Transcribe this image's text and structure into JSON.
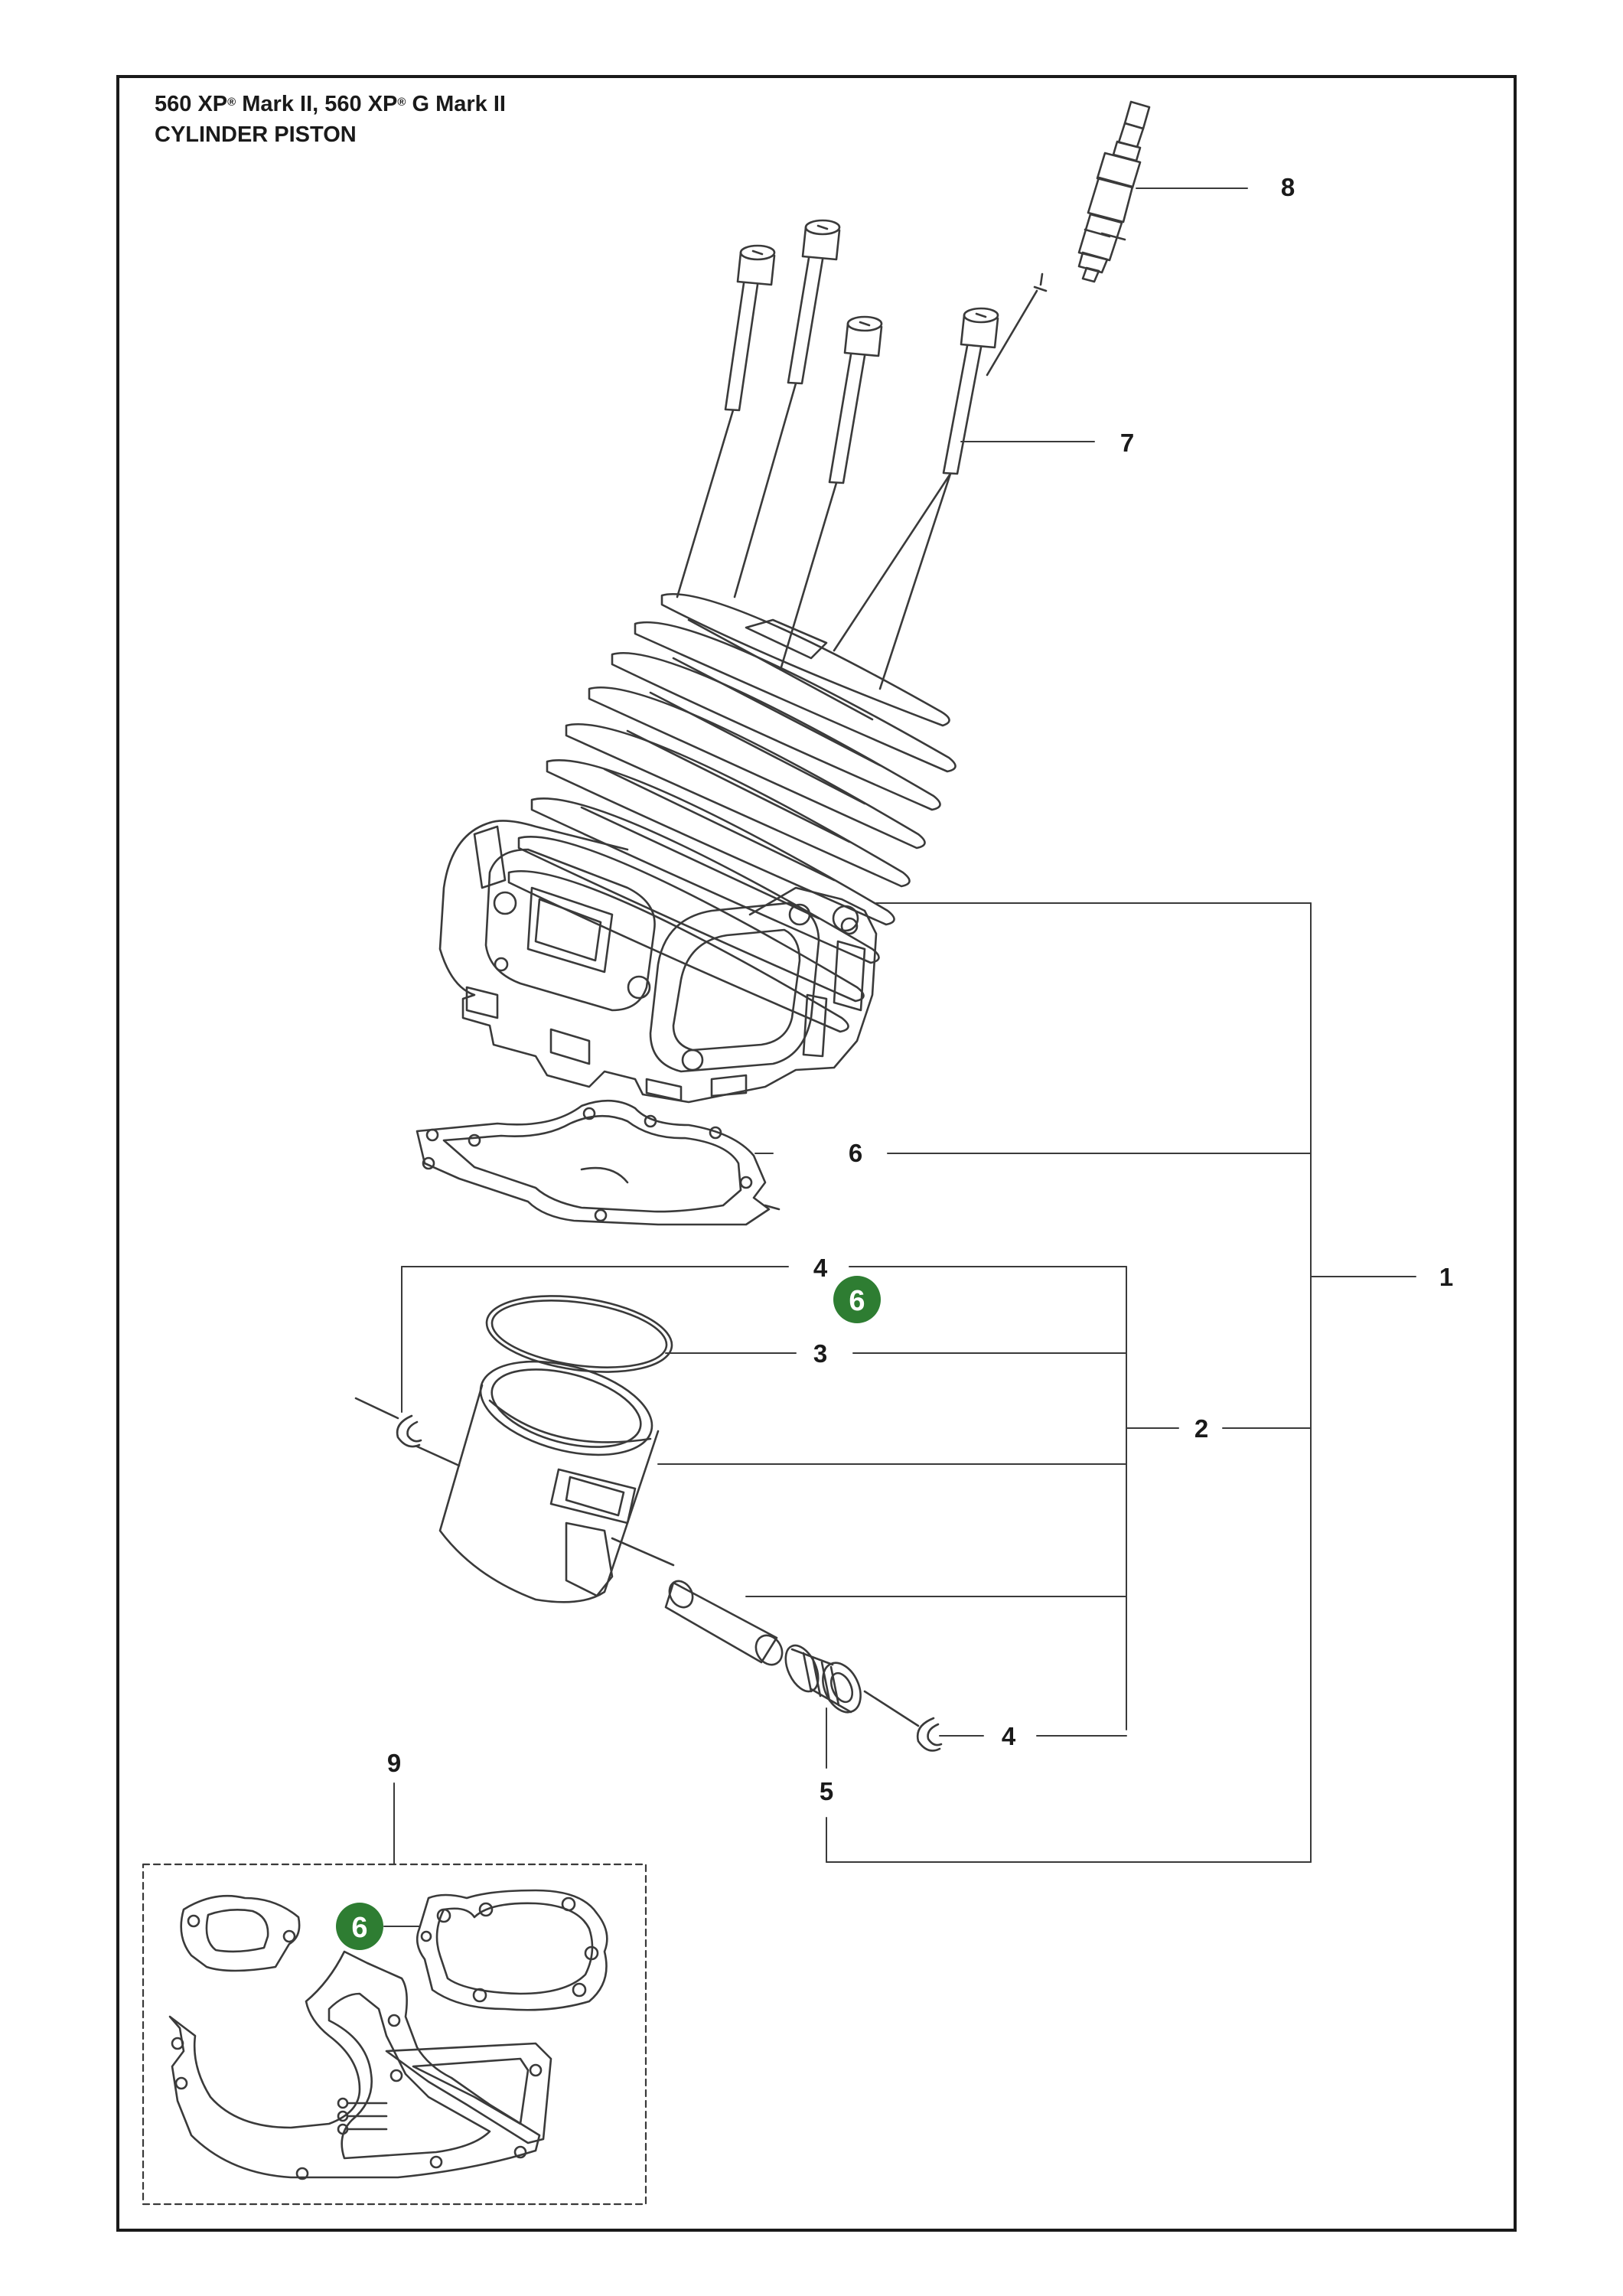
{
  "header": {
    "model_part1": "560 XP",
    "model_part2": " Mark II, 560 XP",
    "model_part3": " G Mark II",
    "registered_mark": "®",
    "subtitle": "CYLINDER PISTON"
  },
  "callouts": {
    "c1": "1",
    "c2": "2",
    "c3": "3",
    "c4a": "4",
    "c4b": "4",
    "c5": "5",
    "c6": "6",
    "c7": "7",
    "c8": "8",
    "c9": "9"
  },
  "badges": {
    "badge_a": "6",
    "badge_b": "6"
  },
  "colors": {
    "line": "#3a3a3a",
    "badge": "#2e7d32",
    "frame": "#1a1a1a"
  }
}
